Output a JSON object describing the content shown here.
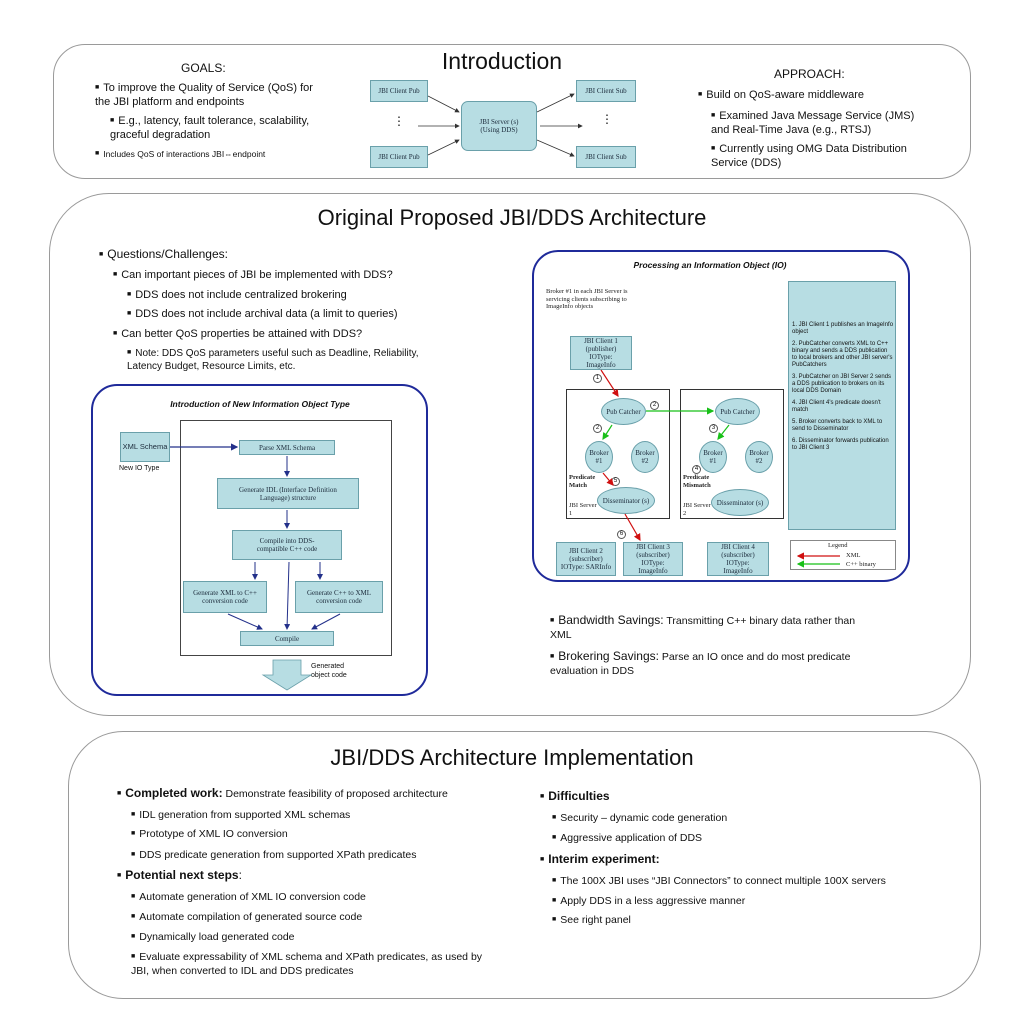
{
  "intro": {
    "title": "Introduction",
    "goals_heading": "GOALS:",
    "goals": [
      "To improve the Quality of Service (QoS) for the JBI platform and endpoints",
      "E.g., latency, fault tolerance, scalability, graceful degradation",
      "Includes QoS of interactions JBI⇔endpoint"
    ],
    "diagram": {
      "client_pub_1": "JBI Client Pub",
      "client_pub_2": "JBI Client Pub",
      "server": "JBI Server (s) (Using DDS)",
      "client_sub_1": "JBI Client Sub",
      "client_sub_2": "JBI Client Sub",
      "ellipsis": "⋮"
    },
    "approach_heading": "APPROACH:",
    "approach": [
      "Build on QoS-aware middleware",
      "Examined Java Message Service (JMS) and Real-Time Java (e.g., RTSJ)",
      "Currently using OMG Data Distribution Service (DDS)"
    ]
  },
  "arch": {
    "title": "Original Proposed JBI/DDS Architecture",
    "questions": [
      "Questions/Challenges:",
      "Can important pieces of JBI be implemented with DDS?",
      "DDS does not include centralized brokering",
      "DDS does not include archival data (a limit to queries)",
      "Can better QoS properties be attained with DDS?",
      "Note: DDS QoS parameters useful such as Deadline, Reliability, Latency Budget, Resource Limits, etc."
    ],
    "io_panel": {
      "title": "Introduction of New Information Object Type",
      "xml_schema": "XML Schema",
      "new_io_type": "New IO Type",
      "parse": "Parse XML Schema",
      "generate_idl": "Generate IDL (Interface Definition Language) structure",
      "compile_dds": "Compile into DDS-compatible C++ code",
      "gen_xml_cpp": "Generate XML to C++ conversion code",
      "gen_cpp_xml": "Generate C++ to XML conversion code",
      "compile": "Compile",
      "generated": "Generated object code"
    },
    "proc_panel": {
      "title": "Processing an Information Object (IO)",
      "broker_note": "Broker #1 in each JBI Server is servicing clients subscribing to ImageInfo objects",
      "client1": "JBI Client 1 (publisher) IOType: ImageInfo",
      "pub_catcher": "Pub Catcher",
      "broker1": "Broker #1",
      "broker2": "Broker #2",
      "disseminator": "Disseminator (s)",
      "predicate_match": "Predicate Match",
      "predicate_mismatch": "Predicate Mismatch",
      "server1": "JBI Server 1",
      "server2": "JBI Server 2",
      "client2": "JBI Client 2 (subscriber) IOType: SARInfo",
      "client3": "JBI Client 3 (subscriber) IOType: ImageInfo",
      "client4": "JBI Client 4 (subscriber) IOType: ImageInfo",
      "steps": [
        "1. JBI Client 1 publishes an ImageInfo object",
        "2. PubCatcher converts XML to C++ binary and sends a DDS publication to local brokers and other JBI server's PubCatchers",
        "3. PubCatcher on JBI Server 2 sends a DDS publication to brokers on its local DDS Domain",
        "4. JBI Client 4's predicate doesn't match",
        "5. Broker converts back to XML to send to Disseminator",
        "6. Disseminator forwards publication to JBI Client 3"
      ],
      "legend_title": "Legend",
      "legend_xml": "XML",
      "legend_cpp": "C++ binary",
      "xml_color": "#d01010",
      "cpp_color": "#18c018",
      "nums": [
        "1",
        "2",
        "2",
        "3",
        "4",
        "5",
        "6"
      ]
    },
    "savings": [
      {
        "head": "Bandwidth Savings:",
        "text": "Transmitting C++ binary data rather than XML"
      },
      {
        "head": "Brokering Savings:",
        "text": "Parse an IO once and do most predicate evaluation in DDS"
      }
    ]
  },
  "impl": {
    "title": "JBI/DDS Architecture Implementation",
    "completed_head": "Completed work:",
    "completed_text": "Demonstrate feasibility of proposed architecture",
    "completed_items": [
      "IDL generation from supported XML schemas",
      "Prototype of XML IO conversion",
      "DDS predicate generation from supported XPath predicates"
    ],
    "next_head": "Potential next steps",
    "next_items": [
      "Automate generation of XML IO conversion code",
      "Automate compilation of generated source code",
      "Dynamically load generated code",
      "Evaluate expressability of XML schema and XPath predicates, as used by JBI, when converted to IDL and DDS predicates"
    ],
    "difficulties_head": "Difficulties",
    "difficulties_items": [
      "Security – dynamic code generation",
      "Aggressive application of DDS"
    ],
    "interim_head": "Interim experiment:",
    "interim_items": [
      "The 100X JBI uses “JBI Connectors” to connect multiple 100X servers",
      "Apply DDS in a less aggressive manner",
      "See right panel"
    ]
  }
}
